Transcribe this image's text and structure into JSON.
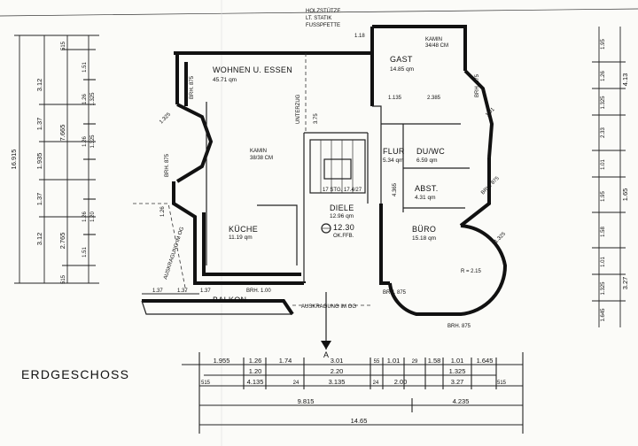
{
  "plan_title": "ERDGESCHOSS",
  "rooms": {
    "wohnen": {
      "name": "WOHNEN U. ESSEN",
      "area": "45.71 qm"
    },
    "gast": {
      "name": "GAST",
      "area": "14.85 qm"
    },
    "flur": {
      "name": "FLUR",
      "area": "5.34 qm"
    },
    "duwc": {
      "name": "DU/WC",
      "area": "6.59 qm"
    },
    "abst": {
      "name": "ABST.",
      "area": "4.31 qm"
    },
    "diele": {
      "name": "DIELE",
      "area": "12.96 qm"
    },
    "kueche": {
      "name": "KÜCHE",
      "area": "11.19 qm"
    },
    "buero": {
      "name": "BÜRO",
      "area": "15.18 qm"
    },
    "balkon": {
      "name": "BALKON"
    }
  },
  "notes": {
    "holz1": "HOLZSTÜTZE",
    "holz2": "LT. STATIK",
    "holz3": "FUSSPFETTE",
    "kamin1": "KAMIN",
    "kamin1_size": "38/38 CM",
    "kamin2": "KAMIN",
    "kamin2_size": "34/48 CM",
    "unterzug": "UNTERZUG",
    "stairs": "17 STG. 17.4/27",
    "level": "12.30",
    "level_sub": "OK.FFB.",
    "radius": "R = 2.15",
    "auskragung_og_left": "AUSKRAGUNG IM OG",
    "auskragung_og_bottom": "AUSKRAGUNG IM OG",
    "section_marker": "A",
    "brh_875_labels": [
      "BRH. 875",
      "BRH. 875",
      "BRH. 875",
      "BRH. 875",
      "BRH. 875",
      "BRH. 875"
    ],
    "brh_1_00": "BRH. 1.00",
    "misc_ticks": [
      "1.18",
      "1.135",
      "1.325",
      "1.26",
      "1.01",
      "1.325",
      "2.385",
      "3.75",
      "4.365"
    ]
  },
  "dims": {
    "bottom_row1": [
      "1.955",
      "1.26",
      "1.74",
      "3.01",
      "55",
      "1.01",
      "29",
      "1.58",
      "1.01",
      "1.645"
    ],
    "bottom_row2": [
      "1.20",
      "2.20",
      "1.325"
    ],
    "bottom_row3": [
      "515",
      "4.135",
      "24",
      "3.135",
      "24",
      "2.00",
      "3.27",
      "515"
    ],
    "bottom_row4": [
      "9.815",
      "4.235"
    ],
    "bottom_row5": [
      "14.65"
    ],
    "left_total": "16.915",
    "left_col1": [
      "3.12",
      "1.37",
      "1.935",
      "1.37",
      "3.12"
    ],
    "left_col2": [
      "515",
      "7.665",
      "2.765",
      "515"
    ],
    "left_col3": [
      "1.51",
      "1.26",
      "1.325",
      "1.26",
      "1.325",
      "1.26",
      "1.20",
      "1.51"
    ],
    "right_col": [
      "1.95",
      "1.26",
      "1.325",
      "2.33",
      "1.01",
      "1.95",
      "1.58",
      "1.01",
      "1.325",
      "1.645"
    ],
    "right_col2": [
      "4.13",
      "1.65",
      "3.27"
    ],
    "balkon_dims": [
      "1.37",
      "1.37",
      "1.37"
    ]
  }
}
